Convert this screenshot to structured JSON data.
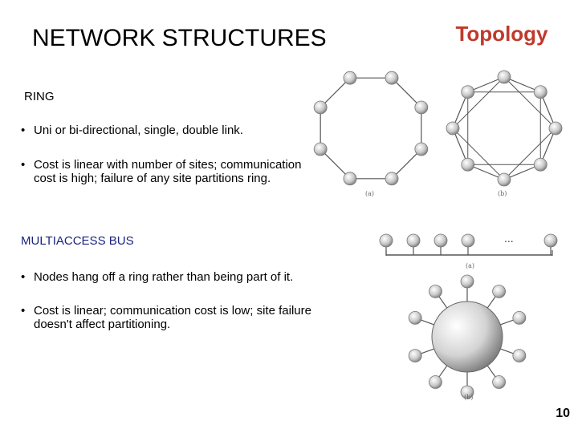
{
  "slide": {
    "title": "NETWORK STRUCTURES",
    "topology_label": "Topology",
    "page_number": "10"
  },
  "ring": {
    "heading": "RING",
    "bullets": [
      "Uni or bi-directional, single, double link.",
      "Cost is linear with number of sites; communication cost is high; failure of any site partitions ring."
    ]
  },
  "bus": {
    "heading": "MULTIACCESS BUS",
    "bullets": [
      "Nodes hang off a ring rather than being part of it.",
      "Cost is linear; communication cost is low; site failure doesn't affect partitioning."
    ]
  },
  "figures": {
    "ring_single_caption": "(a)",
    "ring_double_caption": "(b)",
    "bus_linear_caption": "(a)",
    "bus_ring_caption": "(b)",
    "ellipsis": "..."
  },
  "colors": {
    "title_accent": "#c0392b",
    "bus_heading": "#1a237e",
    "node_fill": "#c8c8c8",
    "line": "#555555"
  }
}
